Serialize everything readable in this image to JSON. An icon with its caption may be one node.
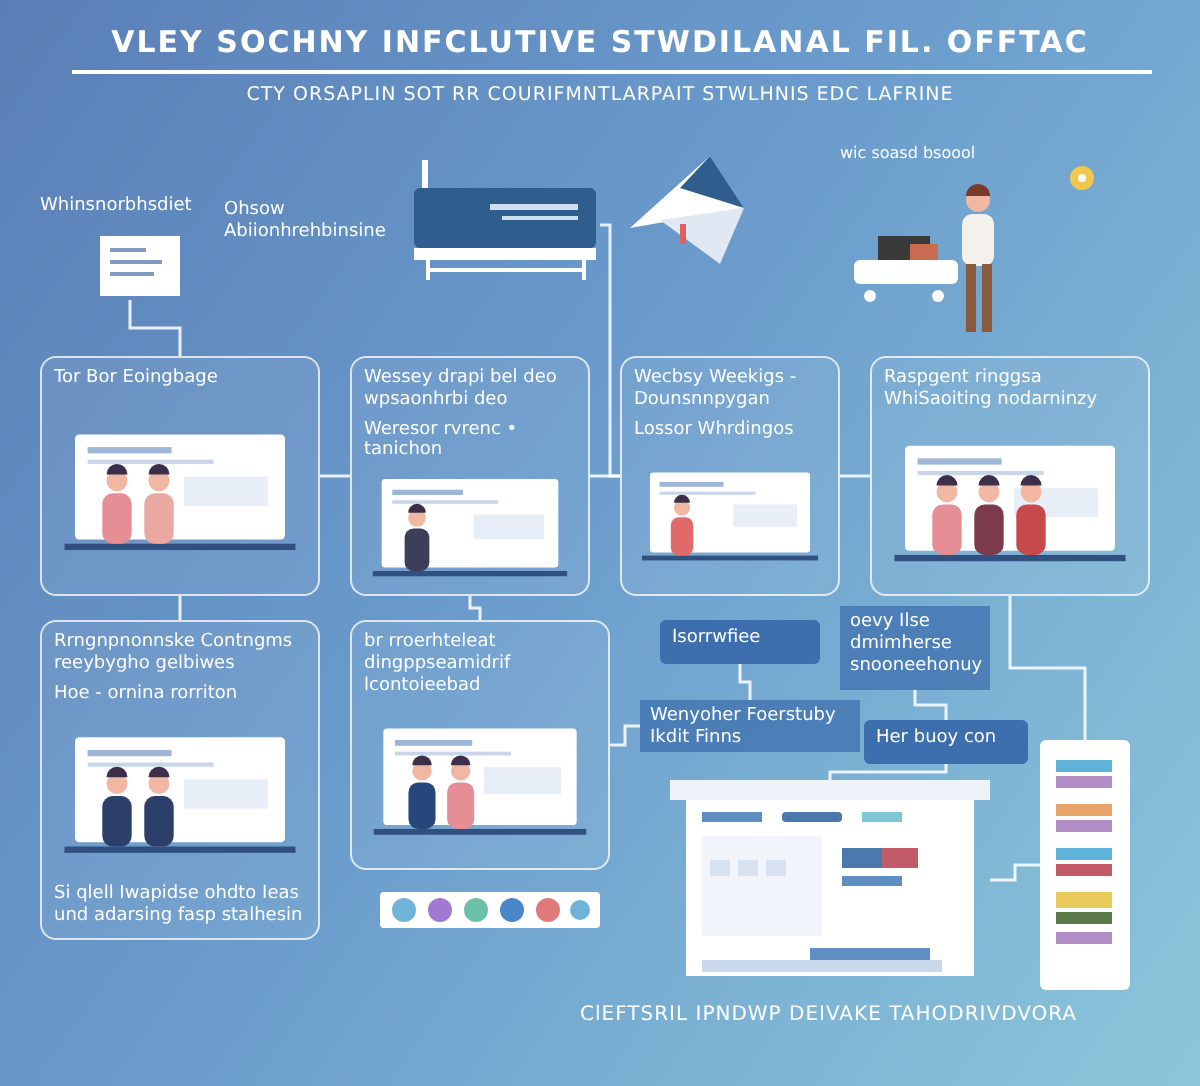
{
  "diagram": {
    "title": "VLEY SOCHNY INFCLUTIVE STWDILANAL FIL. OFFTAC",
    "nodes": [
      {
        "text": [
          "Whinsnorbhsdiet"
        ]
      },
      {
        "text": [
          "Ohsow Abiionhrehbinsine"
        ]
      },
      {
        "text": [],
        "shape": "picture"
      },
      {
        "text": [
          "Tor Bor Eoingbage"
        ]
      },
      {
        "text": [
          "Wessey drapi bel deo wpsaonhrbi deo",
          "Weresor rvrenc • tanichon"
        ]
      },
      {
        "text": [
          "Wecbsy Weekigs - Dounsnnpygan",
          "Lossor Whrdingos"
        ]
      },
      {
        "text": [
          "Raspgent ringgsa WhiSaoiting nodarninzy"
        ]
      },
      {
        "text": [
          "Rrngnpnonnske Contngms reeybygho gelbiwes",
          "Hoe - ornina rorriton",
          "Si qlell Iwapidse ohdto Ieas und adarsing fasp stalhesin"
        ]
      },
      {
        "text": [
          "br rroerhteleat dingppseamidrif lcontoieebad"
        ]
      },
      {
        "text": [
          "Isorrwfiee"
        ]
      },
      {
        "text": [
          "oevy Ilse dmimherse snooneehonuy"
        ]
      },
      {
        "text": [
          "Wenyoher Foerstuby Ikdit Finns"
        ]
      },
      {
        "text": [
          "Her buoy con"
        ]
      },
      {
        "text": [],
        "shape": "picture"
      },
      {
        "text": [],
        "shape": "picture"
      }
    ],
    "edges": [
      {
        "from": 2,
        "to": 5,
        "arrow": "none"
      },
      {
        "from": 3,
        "to": 4,
        "arrow": "none"
      },
      {
        "from": 4,
        "to": 5,
        "arrow": "none"
      },
      {
        "from": 5,
        "to": 6,
        "arrow": "none"
      },
      {
        "from": 3,
        "to": 7,
        "arrow": "none"
      },
      {
        "from": 4,
        "to": 8,
        "arrow": "none"
      },
      {
        "from": 8,
        "to": 11,
        "arrow": "none"
      },
      {
        "from": 12,
        "to": 13,
        "arrow": "none"
      },
      {
        "from": 10,
        "to": 12,
        "arrow": "none"
      },
      {
        "from": 13,
        "to": 14,
        "arrow": "none"
      },
      {
        "from": 6,
        "to": 14,
        "arrow": "none"
      },
      {
        "from": 0,
        "to": 3,
        "arrow": "none"
      },
      {
        "from": 9,
        "to": 11,
        "arrow": "none"
      }
    ],
    "labels": [
      "CTY ORSAPLIN SOT RR COURIFMNTLARPAIT STWLHNIS EDC LAFRINE",
      "wic soasd bsoool",
      "ClEFTSRIL IPNDWP DEIVAKE TAHODRIVDVORA"
    ]
  }
}
